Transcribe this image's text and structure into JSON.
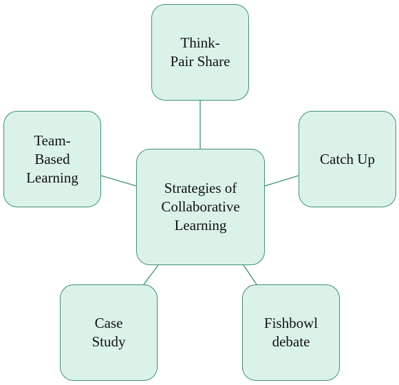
{
  "diagram": {
    "center": {
      "label": "Strategies of\nCollaborative\nLearning"
    },
    "nodes": {
      "top": {
        "label": "Think-\nPair Share"
      },
      "left": {
        "label": "Team-\nBased\nLearning"
      },
      "right": {
        "label": "Catch Up"
      },
      "bottom_left": {
        "label": "Case\nStudy"
      },
      "bottom_right": {
        "label": "Fishbowl\ndebate"
      }
    },
    "colors": {
      "fill": "#dbf2e9",
      "stroke": "#3d8f6e",
      "text": "#111111"
    }
  }
}
